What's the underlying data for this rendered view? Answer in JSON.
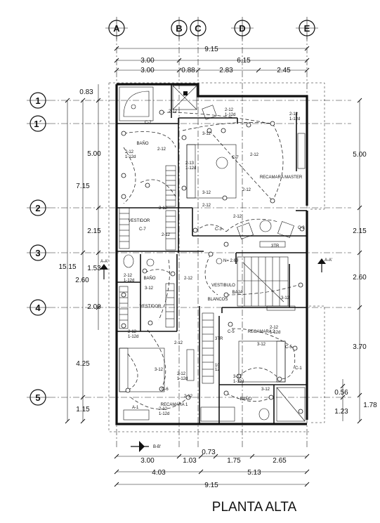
{
  "title": "PLANTA ALTA",
  "column_axes": [
    "A",
    "B",
    "C",
    "D",
    "E"
  ],
  "row_axes": [
    "1",
    "1´",
    "2",
    "3",
    "4",
    "5"
  ],
  "top_dims": {
    "total": "9.15",
    "segments_1": [
      "3.00",
      "6.15"
    ],
    "segments_2": [
      "3.00",
      "0.88",
      "2.83",
      "2.45"
    ],
    "offset": "0.83"
  },
  "bottom_dims": {
    "segments_1": [
      "3.00",
      "1.03",
      "0.73",
      "1.75",
      "2.65"
    ],
    "segments_2": [
      "4.03",
      "5.13"
    ],
    "total": "9.15"
  },
  "left_dims": {
    "total": "15.15",
    "outer": [
      "7.15",
      "4.25",
      "1.15"
    ],
    "inner": [
      "5.00",
      "2.15",
      "1.53",
      "2.60",
      "2.00"
    ]
  },
  "right_dims": [
    "5.00",
    "2.15",
    "2.60",
    "3.70",
    "0.56",
    "1.23",
    "1.78"
  ],
  "rooms": [
    "BAÑO",
    "RECAMARA MASTER",
    "VESTIDOR",
    "BAÑO",
    "VESTIDOR",
    "VESTIBULO",
    "BLANCOS",
    "RECAMARA 2",
    "RECAMARA 1",
    "BAÑO",
    "BAJA"
  ],
  "section_marks": [
    "A-A'",
    "A-A'",
    "B-B'"
  ],
  "level_mark": "N= 2.60",
  "circuit_labels": [
    "2-12",
    "1-12d",
    "C-7",
    "C-6",
    "C-5",
    "C-3",
    "C-1",
    "3-12",
    "2-13",
    "1-12d",
    "3TR",
    "10",
    "12",
    "A-1"
  ]
}
